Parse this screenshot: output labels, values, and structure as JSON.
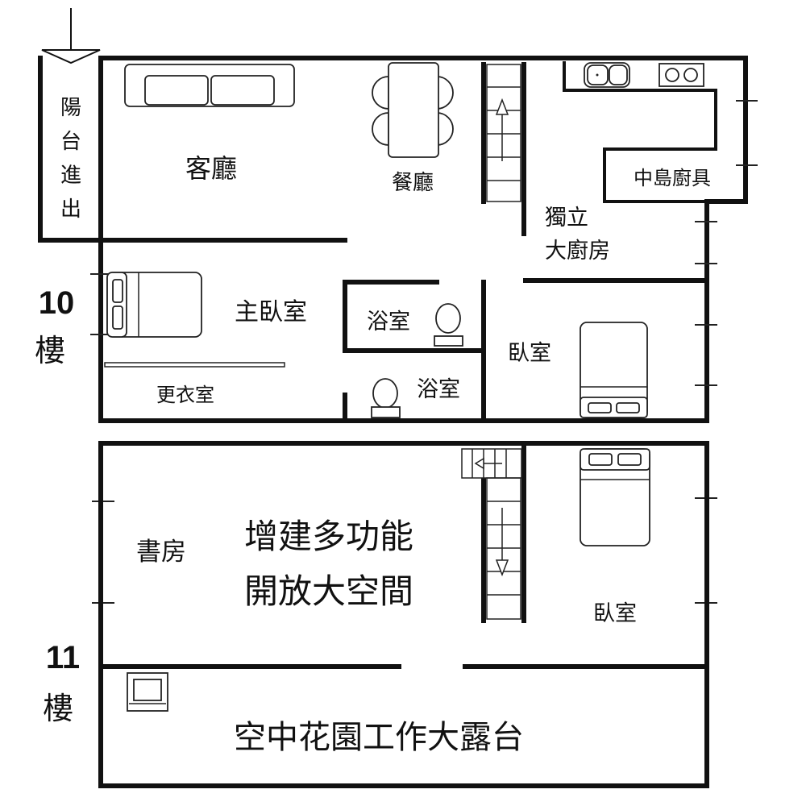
{
  "entrance": {
    "label_chars": [
      "陽",
      "台",
      "進",
      "出"
    ]
  },
  "floors": [
    {
      "number": "10",
      "unit": "樓",
      "rooms": {
        "living": "客廳",
        "dining": "餐廳",
        "island": "中島廚具",
        "kitchen_line1": "獨立",
        "kitchen_line2": "大廚房",
        "master": "主臥室",
        "bath1": "浴室",
        "bath2": "浴室",
        "closet": "更衣室",
        "bedroom": "臥室"
      }
    },
    {
      "number": "11",
      "unit": "樓",
      "rooms": {
        "study": "書房",
        "open_line1": "增建多功能",
        "open_line2": "開放大空間",
        "bedroom": "臥室",
        "terrace": "空中花園工作大露台"
      }
    }
  ]
}
